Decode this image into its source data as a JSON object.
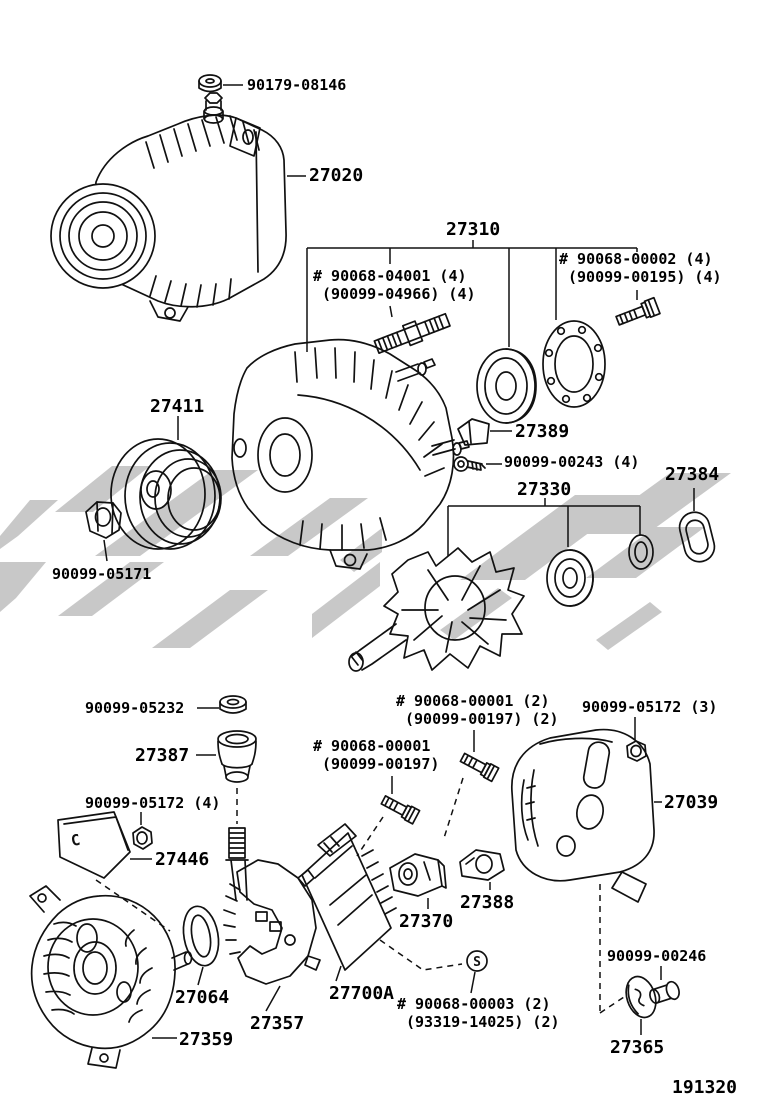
{
  "figure": {
    "number": "191320"
  },
  "parts": {
    "nut_top": "90179-08146",
    "alternator_assy": "27020",
    "frame_assy": "27310",
    "stud_bolt": {
      "l1": "# 90068-04001 (4)",
      "l2": "(90099-04966) (4)"
    },
    "cover_bolt": {
      "l1": "# 90068-00002 (4)",
      "l2": "(90099-00195) (4)"
    },
    "pulley": "27411",
    "pulley_nut": "90099-05171",
    "spacer_clip": "27389",
    "screw_243": "90099-00243 (4)",
    "rotor_assy": "27330",
    "grommet": "27384",
    "nut_5232": "90099-05232",
    "insulator": "27387",
    "nut_5172_4": "90099-05172 (4)",
    "bracket": "27446",
    "bolt_00001_2": {
      "l1": "# 90068-00001 (2)",
      "l2": "(90099-00197) (2)"
    },
    "bolt_00001": {
      "l1": "# 90068-00001",
      "l2": "(90099-00197)"
    },
    "nut_5172_3": "90099-05172 (3)",
    "end_cover": "27039",
    "plate_washer": "27064",
    "rectifier": "27357",
    "regulator_assy": "27700A",
    "regulator": "27370",
    "brush_holder": "27388",
    "screw_00003": {
      "l1": "# 90068-00003 (2)",
      "l2": "(93319-14025) (2)"
    },
    "plug": "90099-00246",
    "terminal_cap": "27365",
    "end_frame": "27359"
  },
  "marks": {
    "bracket_stamp": "C",
    "screw_symbol": "S"
  },
  "colors": {
    "line": "#111111",
    "watermark": "#c8c8c8"
  }
}
